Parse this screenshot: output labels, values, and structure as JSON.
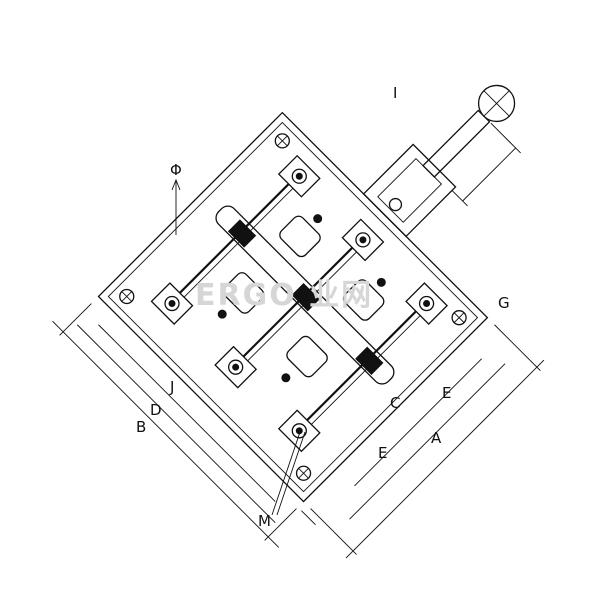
{
  "drawing": {
    "dimension_labels": {
      "A": "A",
      "B": "B",
      "C": "C",
      "D": "D",
      "E_left": "E",
      "E_right": "E",
      "G": "G",
      "I": "I",
      "J": "J",
      "M": "M",
      "phi": "Φ"
    },
    "watermark": "ERGO 业网"
  }
}
